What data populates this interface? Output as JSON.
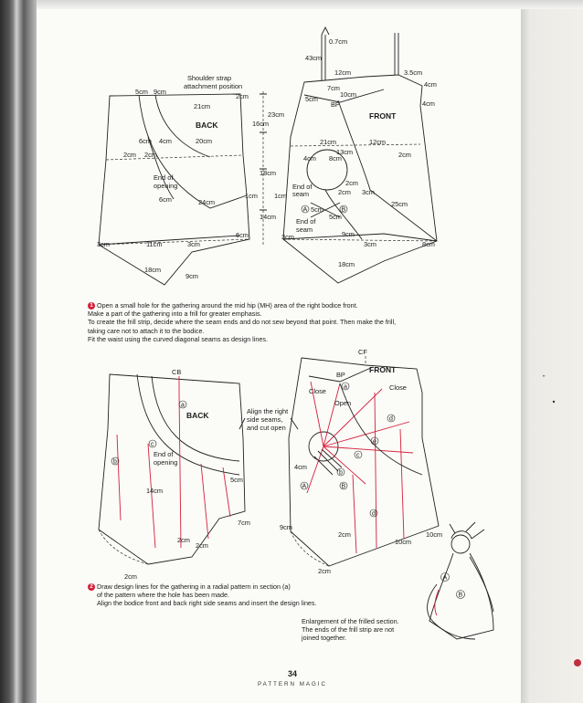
{
  "page": {
    "number": "34",
    "book_title": "PATTERN MAGIC"
  },
  "diagram_top": {
    "back_label": "BACK",
    "front_label": "FRONT",
    "shoulder_strap_line1": "Shoulder strap",
    "shoulder_strap_line2": "attachment position",
    "bp": "BP",
    "end_of_opening_1": "End of",
    "end_of_opening_2": "opening",
    "end_of_seam_a1": "End of",
    "end_of_seam_a2": "seam",
    "end_of_seam_b1": "End of",
    "end_of_seam_b2": "seam",
    "circle_a": "A",
    "circle_b": "B",
    "m_5cm": "5cm",
    "m_9cm": "9cm",
    "m_2cm_a": "2cm",
    "m_21cm": "21cm",
    "m_20cm": "20cm",
    "m_23cm": "23cm",
    "m_16cm": "16cm",
    "m_18cm": "18cm",
    "m_14cm": "14cm",
    "m_1cm_a": "1cm",
    "m_1cm_b": "1cm",
    "m_6cm_a": "6cm",
    "m_4cm_a": "4cm",
    "m_2cm_b": "2cm",
    "m_2cm_c": "2cm",
    "m_6cm_b": "6cm",
    "m_24cm": "24cm",
    "m_6cm_c": "6cm",
    "m_3cm_a": "3cm",
    "m_11cm": "11cm",
    "m_3cm_b": "3cm",
    "m_18cm_b": "18cm",
    "m_9cm_b": "9cm",
    "m_0_7cm": "0.7cm",
    "m_43cm": "43cm",
    "m_12cm_a": "12cm",
    "m_3_5cm": "3.5cm",
    "m_4cm_b": "4cm",
    "m_7cm": "7cm",
    "m_10cm": "10cm",
    "m_5cm_b": "5cm",
    "m_4cm_c": "4cm",
    "m_21cm_b": "21cm",
    "m_12cm_b": "12cm",
    "m_13cm": "13cm",
    "m_8cm_a": "8cm",
    "m_4cm_d": "4cm",
    "m_2cm_d": "2cm",
    "m_2cm_e": "2cm",
    "m_2cm_f": "2cm",
    "m_3cm_c": "3cm",
    "m_25cm": "25cm",
    "m_5cm_c": "5cm",
    "m_5cm_d": "5cm",
    "m_9cm_c": "9cm",
    "m_3cm_d": "3cm",
    "m_3cm_e": "3cm",
    "m_8cm_b": "8cm",
    "m_18cm_c": "18cm"
  },
  "instructions_1": {
    "marker": "1",
    "lines": [
      "Open a small hole for the gathering around the mid hip (MH) area of the right bodice front.",
      "Make a part of the gathering into a frill for greater emphasis.",
      "To create the frill strip, decide where the seam ends and do not sew beyond that point. Then make the frill,",
      "taking care not to attach it to the bodice.",
      "Fit the waist using the curved diagonal seams as design lines."
    ]
  },
  "diagram_bottom": {
    "cb": "CB",
    "cf": "CF",
    "back_label": "BACK",
    "front_label": "FRONT",
    "bp": "BP",
    "close_1": "Close",
    "close_2": "Close",
    "open": "Open",
    "align_1": "Align the right",
    "align_2": "side seams,",
    "align_3": "and cut open",
    "end_of_opening_1": "End of",
    "end_of_opening_2": "opening",
    "letter_a": "a",
    "letter_b": "b",
    "letter_c": "c",
    "letter_d": "d",
    "letter_e": "e",
    "circle_a": "A",
    "circle_b": "B",
    "m_14cm": "14cm",
    "m_5cm": "5cm",
    "m_7cm": "7cm",
    "m_2cm_a": "2cm",
    "m_2cm_b": "2cm",
    "m_2cm_c": "2cm",
    "m_4cm": "4cm",
    "m_9cm": "9cm",
    "m_2cm_d": "2cm",
    "m_2cm_e": "2cm",
    "m_10cm_a": "10cm",
    "m_10cm_b": "10cm"
  },
  "instructions_2": {
    "marker": "2",
    "line1": "Draw design lines for the gathering in a radial pattern in section",
    "line1_ref": "a",
    "line2": "of the pattern where the hole has been made.",
    "line3": "Align the bodice front and back right side seams and insert the design lines."
  },
  "enlargement": {
    "line1": "Enlargement of the frilled section.",
    "line2": "The ends of the frill strip are not",
    "line3": "joined together.",
    "circle_a": "A",
    "circle_b": "B"
  }
}
